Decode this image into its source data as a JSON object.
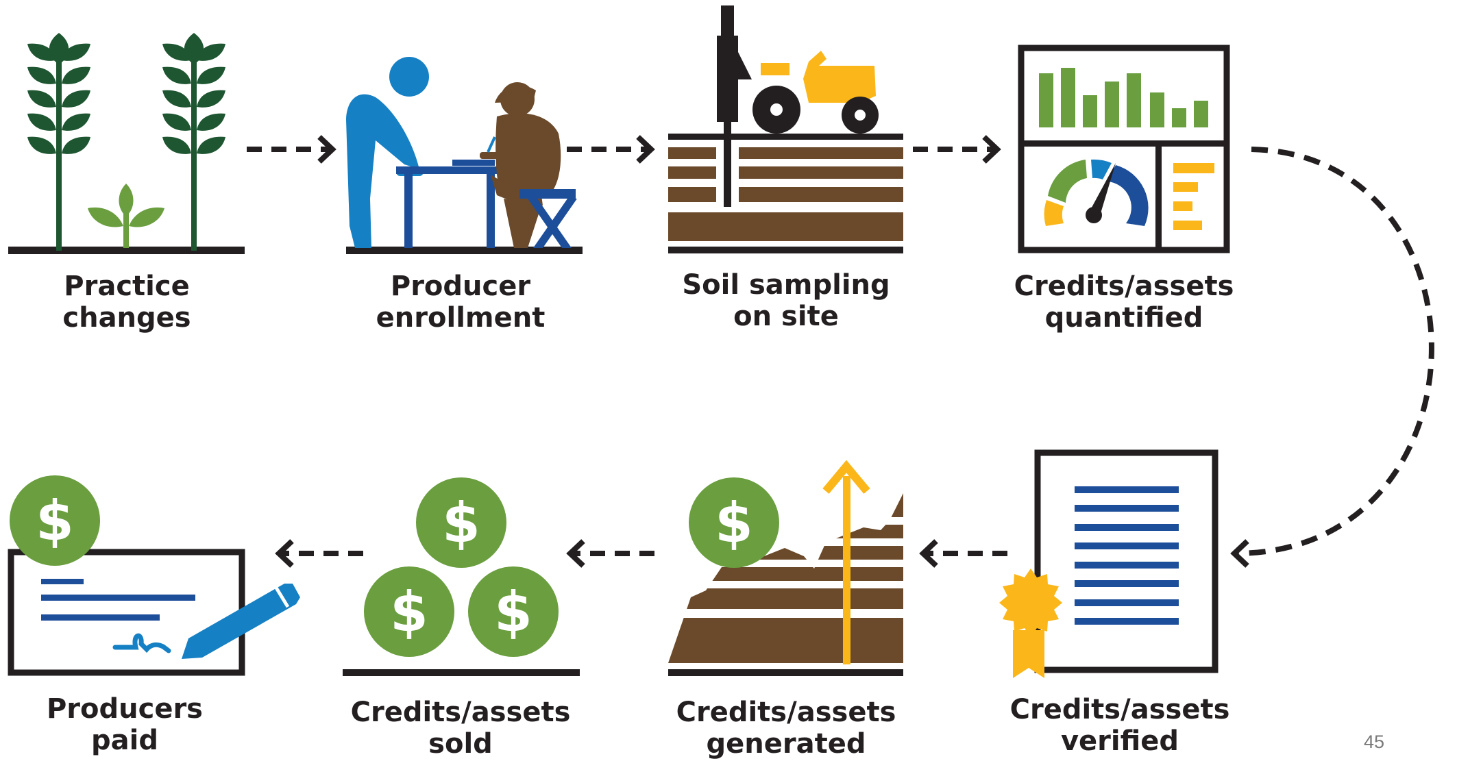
{
  "steps": [
    {
      "id": "practice-changes",
      "line1": "Practice",
      "line2": "changes",
      "icon": "plants-icon"
    },
    {
      "id": "producer-enrollment",
      "line1": "Producer",
      "line2": "enrollment",
      "icon": "enrollment-desk-icon"
    },
    {
      "id": "soil-sampling",
      "line1": "Soil sampling",
      "line2": "on site",
      "icon": "tractor-soil-probe-icon"
    },
    {
      "id": "credits-quantified",
      "line1": "Credits/assets",
      "line2": "quantified",
      "icon": "dashboard-icon"
    },
    {
      "id": "credits-verified",
      "line1": "Credits/assets",
      "line2": "verified",
      "icon": "certificate-icon"
    },
    {
      "id": "credits-generated",
      "line1": "Credits/assets",
      "line2": "generated",
      "icon": "rising-soil-icon"
    },
    {
      "id": "credits-sold",
      "line1": "Credits/assets",
      "line2": "sold",
      "icon": "coins-icon"
    },
    {
      "id": "producers-paid",
      "line1": "Producers",
      "line2": "paid",
      "icon": "signed-check-icon"
    }
  ],
  "currency_symbol": "$",
  "page_number": "45",
  "colors": {
    "dark_green": "#1e5631",
    "green": "#6a9e3f",
    "blue": "#1680c4",
    "navy": "#1d4e9a",
    "brown": "#6b4a2b",
    "yellow": "#fbb61a",
    "black": "#231f20"
  }
}
